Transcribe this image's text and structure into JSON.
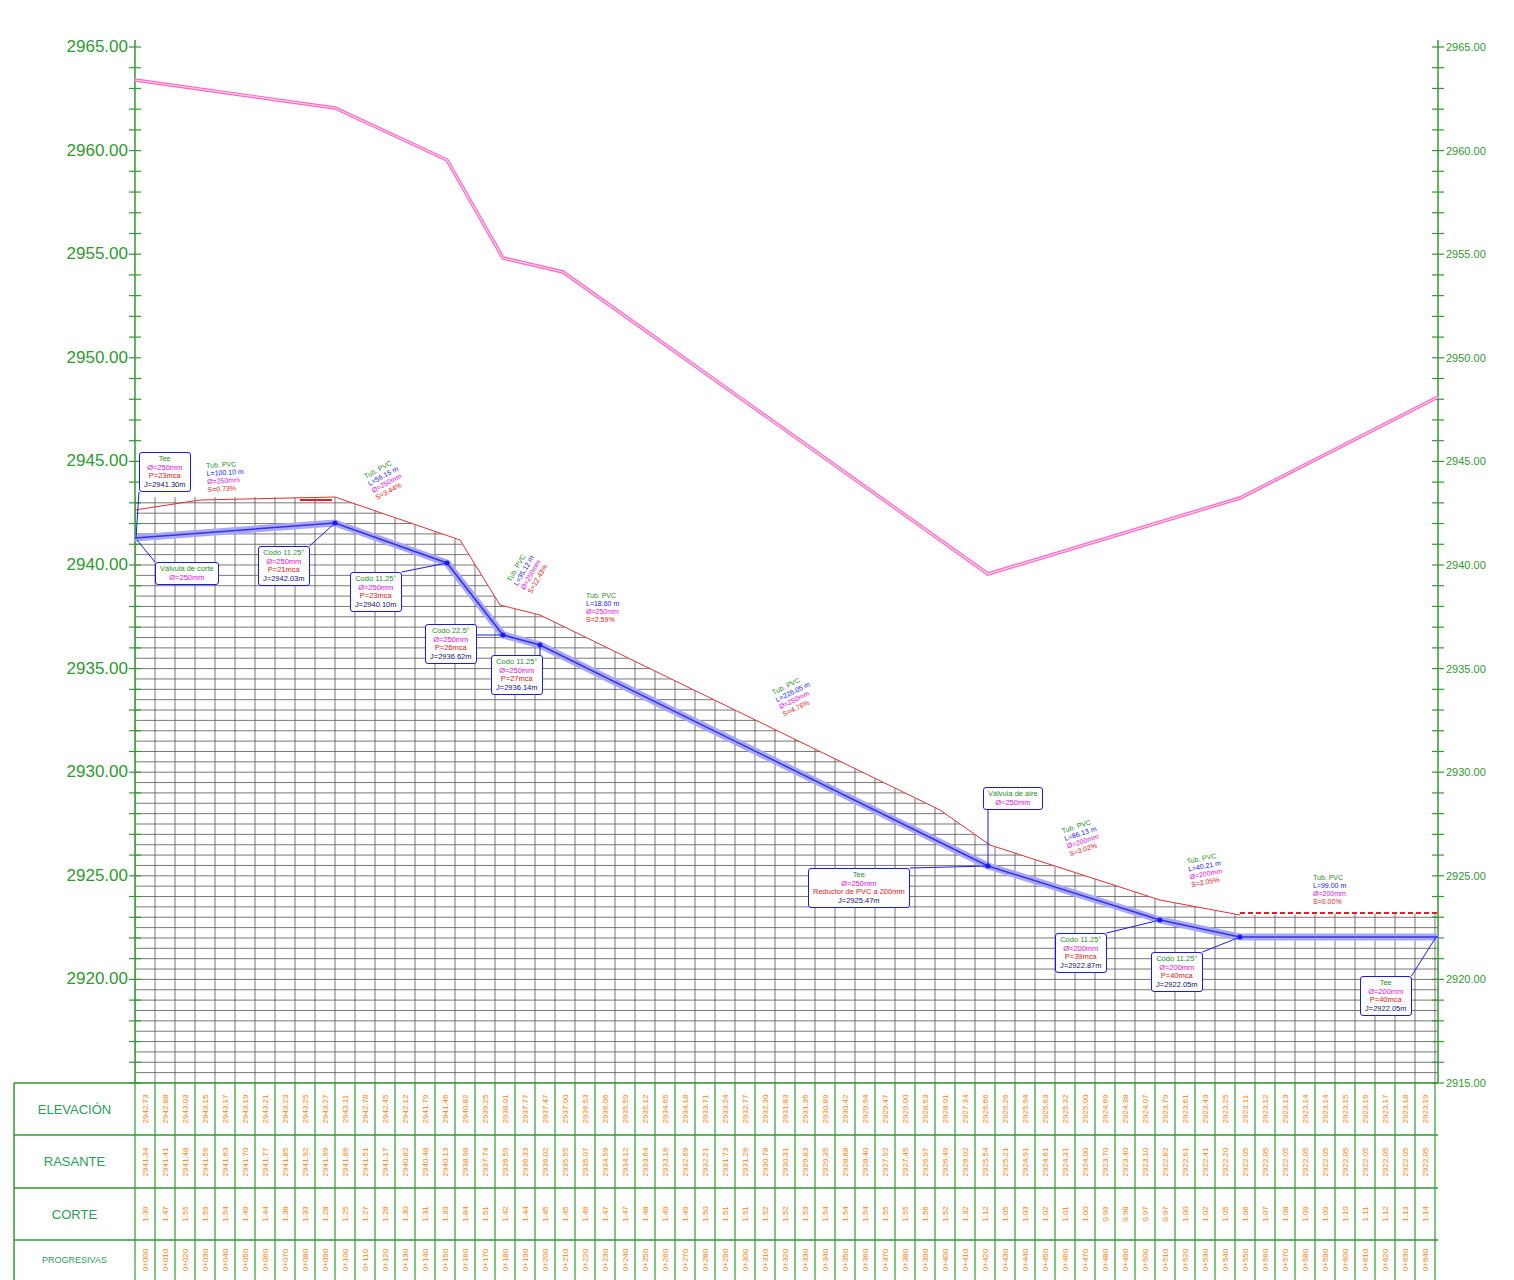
{
  "diagram": {
    "nodes": [
      {
        "text": [
          "Tee",
          "Ø=250mm",
          "P=23mca",
          "J=2941.30m"
        ]
      },
      {
        "text": [
          "Válvula de corte",
          "Ø=250mm"
        ]
      },
      {
        "text": [
          "Codo 11.25°",
          "Ø=250mm",
          "P=21mca",
          "J=2942.03m"
        ]
      },
      {
        "text": [
          "Codo 11.25°",
          "Ø=250mm",
          "P=23mca",
          "J=2940.10m"
        ]
      },
      {
        "text": [
          "Codo 22.5°",
          "Ø=250mm",
          "P=26mca",
          "J=2936.62m"
        ]
      },
      {
        "text": [
          "Codo 11.25°",
          "Ø=250mm",
          "P=27mca",
          "J=2936.14m"
        ]
      },
      {
        "text": [
          "Válvula de aire",
          "Ø=250mm"
        ]
      },
      {
        "text": [
          "Tee",
          "Ø=250mm",
          "Reductor de PVC a 200mm",
          "J=2925.47m"
        ]
      },
      {
        "text": [
          "Codo 11.25°",
          "Ø=200mm",
          "P=39mca",
          "J=2922.87m"
        ]
      },
      {
        "text": [
          "Codo 11.25°",
          "Ø=200mm",
          "P=40mca",
          "J=2922.05m"
        ]
      },
      {
        "text": [
          "Tee",
          "Ø=200mm",
          "P=40mca",
          "J=2922.05m"
        ]
      }
    ],
    "labels": [
      "2965.00",
      "2960.00",
      "2955.00",
      "2950.00",
      "2945.00",
      "2940.00",
      "2935.00",
      "2930.00",
      "2925.00",
      "2920.00",
      "2965.00",
      "2960.00",
      "2955.00",
      "2950.00",
      "2945.00",
      "2940.00",
      "2935.00",
      "2930.00",
      "2925.00",
      "2920.00",
      "2915.00",
      "ELEVACIÓN",
      "RASANTE",
      "CORTE",
      "PROGRESIVAS",
      "Tub. PVC",
      "L=100.10 m",
      "Ø=250mm",
      "S=0.73%",
      "Tub. PVC",
      "L=56.15 m",
      "Ø=250mm",
      "S=3.44%",
      "Tub. PVC",
      "L=35.12 m",
      "Ø=250mm",
      "S=12.43%",
      "Tub. PVC",
      "L=18.60 m",
      "Ø=250mm",
      "S=2.59%",
      "Tub. PVC",
      "L=226.05 m",
      "Ø=250mm",
      "S=4.76%",
      "Tub. PVC",
      "L=86.13 m",
      "Ø=200mm",
      "S=3.02%",
      "Tub. PVC",
      "L=40.21 m",
      "Ø=200mm",
      "S=2.05%",
      "Tub. PVC",
      "L=99.00 m",
      "Ø=200mm",
      "S=0.00%",
      "2942.73",
      "2942.88",
      "2943.03",
      "2943.15",
      "2943.17",
      "2943.19",
      "2943.21",
      "2943.23",
      "2943.25",
      "2943.27",
      "2943.11",
      "2942.78",
      "2942.45",
      "2942.12",
      "2941.79",
      "2941.46",
      "2940.82",
      "2939.25",
      "2938.01",
      "2937.77",
      "2937.47",
      "2937.00",
      "2936.53",
      "2936.06",
      "2935.59",
      "2935.12",
      "2934.65",
      "2934.18",
      "2933.71",
      "2933.24",
      "2932.77",
      "2932.30",
      "2931.83",
      "2931.36",
      "2930.89",
      "2930.42",
      "2929.94",
      "2929.47",
      "2929.00",
      "2928.53",
      "2928.01",
      "2927.34",
      "2926.66",
      "2926.26",
      "2925.94",
      "2925.63",
      "2925.32",
      "2925.00",
      "2924.69",
      "2924.38",
      "2924.07",
      "2923.79",
      "2923.61",
      "2923.43",
      "2923.25",
      "2923.11",
      "2923.12",
      "2923.13",
      "2923.14",
      "2923.14",
      "2923.15",
      "2923.16",
      "2923.17",
      "2923.18",
      "2923.19",
      "2941.34",
      "2941.41",
      "2941.48",
      "2941.56",
      "2941.63",
      "2941.70",
      "2941.77",
      "2941.85",
      "2941.92",
      "2941.99",
      "2941.86",
      "2941.51",
      "2941.17",
      "2940.82",
      "2940.48",
      "2940.13",
      "2938.98",
      "2937.74",
      "2936.59",
      "2936.33",
      "2936.02",
      "2935.55",
      "2935.07",
      "2934.59",
      "2934.12",
      "2933.64",
      "2933.16",
      "2932.69",
      "2932.21",
      "2931.73",
      "2931.26",
      "2930.78",
      "2930.31",
      "2929.83",
      "2929.35",
      "2928.88",
      "2928.40",
      "2927.92",
      "2927.45",
      "2926.97",
      "2926.49",
      "2926.02",
      "2925.54",
      "2925.21",
      "2924.91",
      "2924.61",
      "2924.31",
      "2924.00",
      "2923.70",
      "2923.40",
      "2923.10",
      "2922.82",
      "2922.61",
      "2922.41",
      "2922.20",
      "2922.05",
      "2922.05",
      "2922.05",
      "2922.05",
      "2922.05",
      "2922.05",
      "2922.05",
      "2922.05",
      "2922.05",
      "2922.05",
      "1.39",
      "1.47",
      "1.55",
      "1.59",
      "1.54",
      "1.49",
      "1.44",
      "1.38",
      "1.33",
      "1.28",
      "1.25",
      "1.27",
      "1.28",
      "1.30",
      "1.31",
      "1.33",
      "1.84",
      "1.51",
      "1.42",
      "1.44",
      "1.45",
      "1.45",
      "1.46",
      "1.47",
      "1.47",
      "1.48",
      "1.49",
      "1.49",
      "1.50",
      "1.51",
      "1.51",
      "1.52",
      "1.52",
      "1.53",
      "1.54",
      "1.54",
      "1.54",
      "1.55",
      "1.55",
      "1.56",
      "1.52",
      "1.32",
      "1.12",
      "1.05",
      "1.03",
      "1.02",
      "1.01",
      "1.00",
      "0.99",
      "0.98",
      "0.97",
      "0.97",
      "1.00",
      "1.02",
      "1.05",
      "1.06",
      "1.07",
      "1.08",
      "1.09",
      "1.09",
      "1.10",
      "1.11",
      "1.12",
      "1.13",
      "1.14",
      "0+000",
      "0+010",
      "0+020",
      "0+030",
      "0+040",
      "0+050",
      "0+060",
      "0+070",
      "0+080",
      "0+090",
      "0+100",
      "0+110",
      "0+120",
      "0+130",
      "0+140",
      "0+150",
      "0+160",
      "0+170",
      "0+180",
      "0+190",
      "0+200",
      "0+210",
      "0+220",
      "0+230",
      "0+240",
      "0+250",
      "0+260",
      "0+270",
      "0+280",
      "0+290",
      "0+300",
      "0+310",
      "0+320",
      "0+330",
      "0+340",
      "0+350",
      "0+360",
      "0+370",
      "0+380",
      "0+390",
      "0+400",
      "0+410",
      "0+420",
      "0+430",
      "0+440",
      "0+450",
      "0+460",
      "0+470",
      "0+480",
      "0+490",
      "0+500",
      "0+510",
      "0+520",
      "0+530",
      "0+540",
      "0+550",
      "0+560",
      "0+570",
      "0+580",
      "0+590",
      "0+600",
      "0+610",
      "0+620",
      "0+630",
      "0+640"
    ]
  }
}
